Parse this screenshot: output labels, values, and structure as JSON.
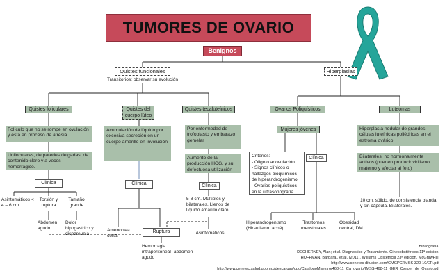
{
  "title": "TUMORES DE OVARIO",
  "root": "Benignos",
  "branches": {
    "quistes_funcionales": "Quistes funcionales",
    "transitorios": "Transitorios: observar su evolución",
    "hiperplasias": "Hiperplasias"
  },
  "categories": {
    "foliculares": "Quistes foliculares",
    "cuerpo_luteo": "Quistes del cuerpo lúteo",
    "tecaluteinicos": "Quistes tecaluteínicos",
    "ovarios_poliquisticos": "Ovarios Poliquísticos",
    "luteomas": "Luteomas"
  },
  "foliculares": {
    "desc1": "Folículo que no se rompe en ovulación y está en proceso de atresia",
    "desc2": "Uniloculares, de paredes delgadas, de contenido claro y a veces hemorrágico.",
    "clinica": "Clínica",
    "c1": "Asintomáticos < 4 – 6 cm",
    "c2": "Torsión y ruptura",
    "c3": "Tamaño grande",
    "c4": "Abdomen agudo",
    "c5": "Dolor hipogastrico y dispareunia"
  },
  "cuerpo_luteo": {
    "desc1": "Acumulación de líquido por excesiva secreción en un cuerpo amarillo en involución",
    "clinica": "Clínica",
    "c1": "Amenorrea corta",
    "c2": "Ruptura",
    "c3": "Hemorragia intraperitoneal- abdomen agudo"
  },
  "tecaluteinicos": {
    "desc1": "Por enfermedad de trofoblasto y embarazo gemelar",
    "desc2": "Aumento de la producción HCG, y su defectuosa utilización",
    "clinica": "Clínica",
    "c1": "5-8 cm. Múltiples y bilaterales. Llenos de líquido amarillo claro.",
    "c2": "Asintomáticos"
  },
  "poliquisticos": {
    "mujeres": "Mujeres jóvenes",
    "criterios": "Criterios:\n- Oligo o anovulación\n- Signos clínicos o hallazgos bioquímicos de hiperandrogenismo\n- Ovarios poliquísticos en la ultrasonografía",
    "clinica": "Clínica",
    "c1": "Hiperandrogenismo (Hirsutismo, acné)",
    "c2": "Trastornos menstruales",
    "c3": "Obesidad central, DM"
  },
  "luteomas": {
    "desc1": "Hiperplasia nodular de grandes células luteínicas poliédricas en el estroma ovárico",
    "desc2": "Bilaterales, no hormonalmente activos (pueden producir virilismo materno y afectar al feto)",
    "c1": "10 cm, sólido, de consistencia blanda y sin cápsula. Bilaterales."
  },
  "bibliography": {
    "label": "Bibliografía:",
    "ref1": "DECHERNEY, Alan; et al. Diagnostico y Tratamiento. Ginecobstétricos 11ª edicion.",
    "ref2": "HOFFMAN, Bárbara., et al. (2011). Williams Obstetricia 23ª edición. McGrawHill.",
    "ref3": "http://www.cenetec-difusion.com/CMGPC/IMSS-320-10/ER.pdf",
    "ref4": "http://www.cenetec.salud.gob.mx/descargas/gpc/CatalogoMaestro/468-11_Ca_ovario/IMSS-468-11_GER_Cxnoer_de_Ovario.pdf"
  },
  "colors": {
    "title_red": "#c64a5a",
    "node_green": "#a9bfaa",
    "ribbon_teal": "#25a59a"
  },
  "icons": {
    "ribbon": "awareness-ribbon-icon"
  }
}
